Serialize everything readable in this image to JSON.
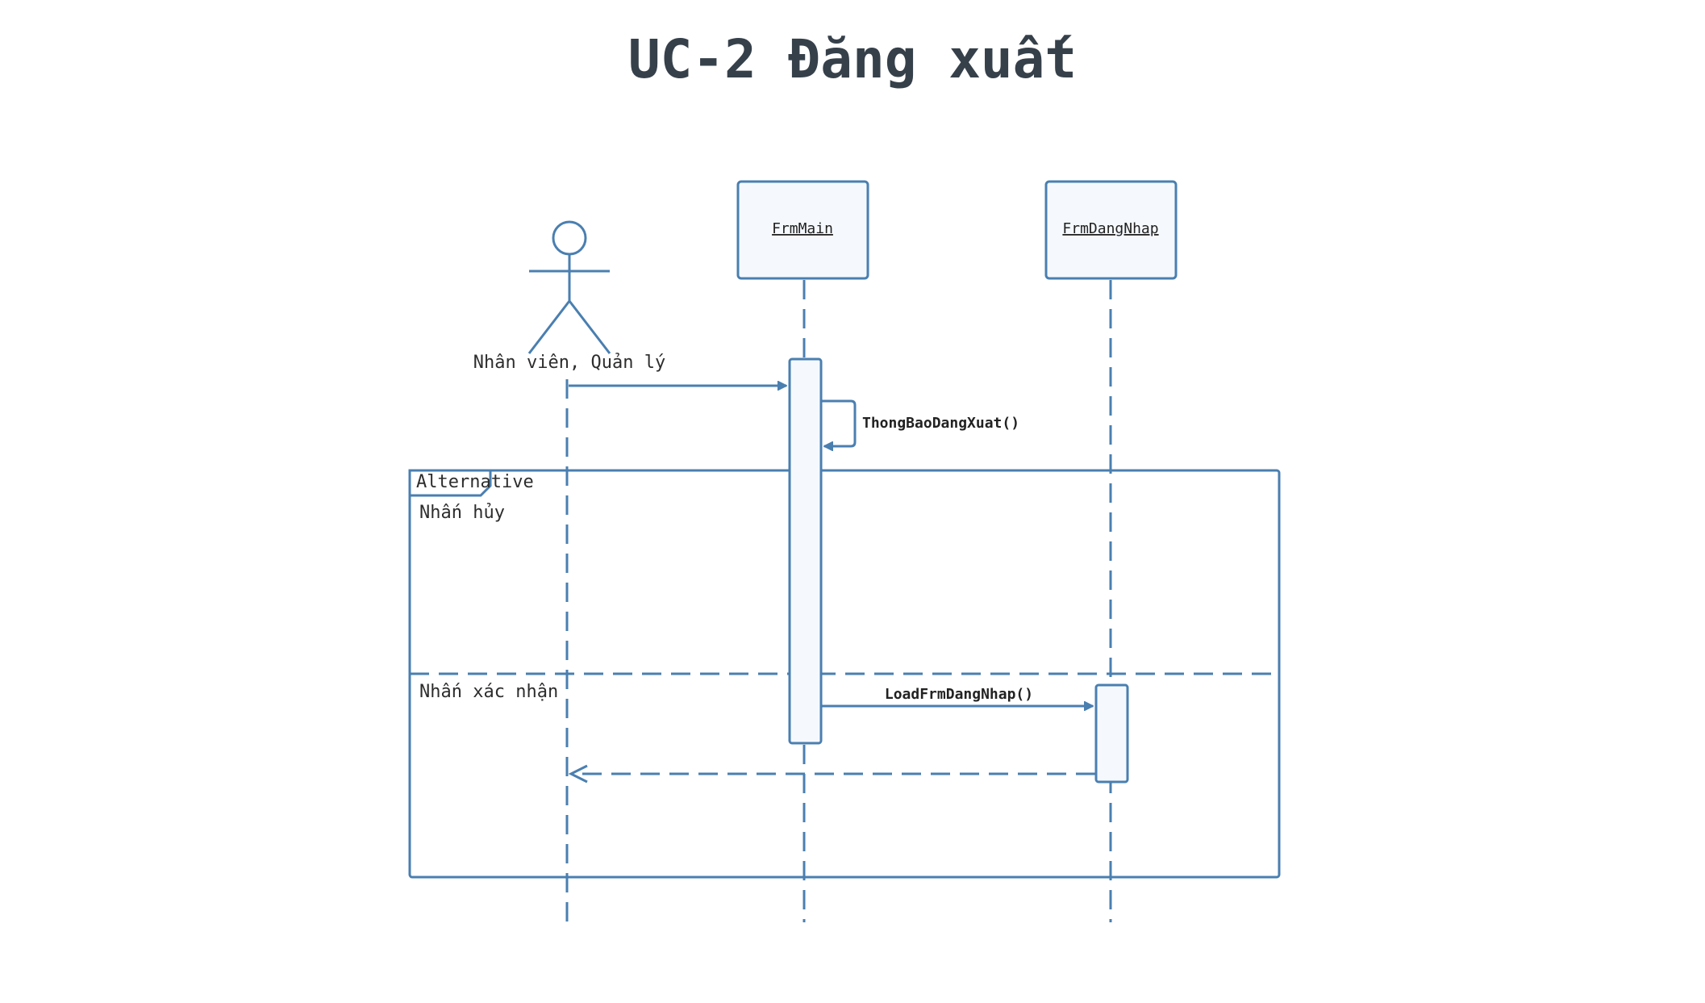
{
  "title": "UC-2 Đăng xuất",
  "actor": {
    "label": "Nhân viên, Quản lý"
  },
  "participants": [
    {
      "label": "FrmMain"
    },
    {
      "label": "FrmDangNhap"
    }
  ],
  "messages": [
    {
      "label": ""
    },
    {
      "label": "ThongBaoDangXuat()"
    },
    {
      "label": "LoadFrmDangNhap()"
    },
    {
      "label": ""
    }
  ],
  "fragment": {
    "type_label": "Alternative",
    "operands": [
      {
        "guard": "Nhấn hủy"
      },
      {
        "guard": "Nhấn xác nhận"
      }
    ]
  },
  "colors": {
    "line": "#4a7fb0",
    "box_fill": "#f5f9fd",
    "title": "#36404a",
    "text": "#222222"
  }
}
